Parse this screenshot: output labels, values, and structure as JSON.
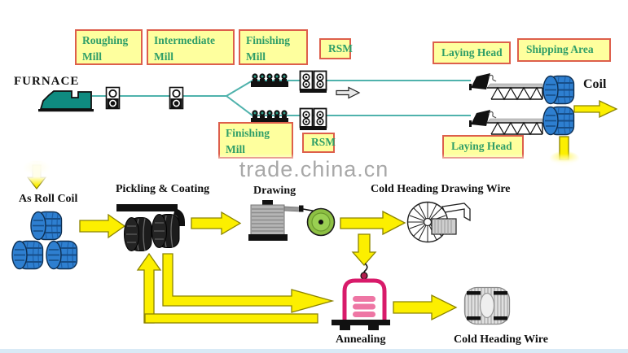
{
  "watermark": {
    "text": "trade.china.cn"
  },
  "rolling_line": {
    "furnace_label": "FURNACE",
    "roughing_mill": "Roughing\nMill",
    "intermediate_mill": "Intermediate\nMill",
    "finishing_mill_top": "Finishing\nMill",
    "finishing_mill_bottom": "Finishing\nMill",
    "rsm_top": "RSM",
    "rsm_bottom": "RSM",
    "laying_head_top": "Laying Head",
    "laying_head_bottom": "Laying Head",
    "shipping_area": "Shipping Area",
    "coil_label": "Coil"
  },
  "wire_line": {
    "as_roll_coil": "As Roll Coil",
    "pickling_coating": "Pickling & Coating",
    "drawing": "Drawing",
    "cold_heading_drawing_wire": "Cold Heading Drawing Wire",
    "annealing": "Annealing",
    "cold_heading_wire": "Cold Heading Wire"
  },
  "colors": {
    "label_box_fill": "#FEFF9E",
    "label_box_border": "#DD5F4B",
    "label_text_green": "#2F9E68",
    "machine_teal": "#0F8B80",
    "process_line_teal": "#4FB2AC",
    "arrow_yellow": "#FCEF00",
    "arrow_outline": "#8B8300",
    "coil_blue": "#2E7FD0",
    "annealing_pink": "#D81A6A",
    "watermark_gray": "#A8A8A8"
  }
}
